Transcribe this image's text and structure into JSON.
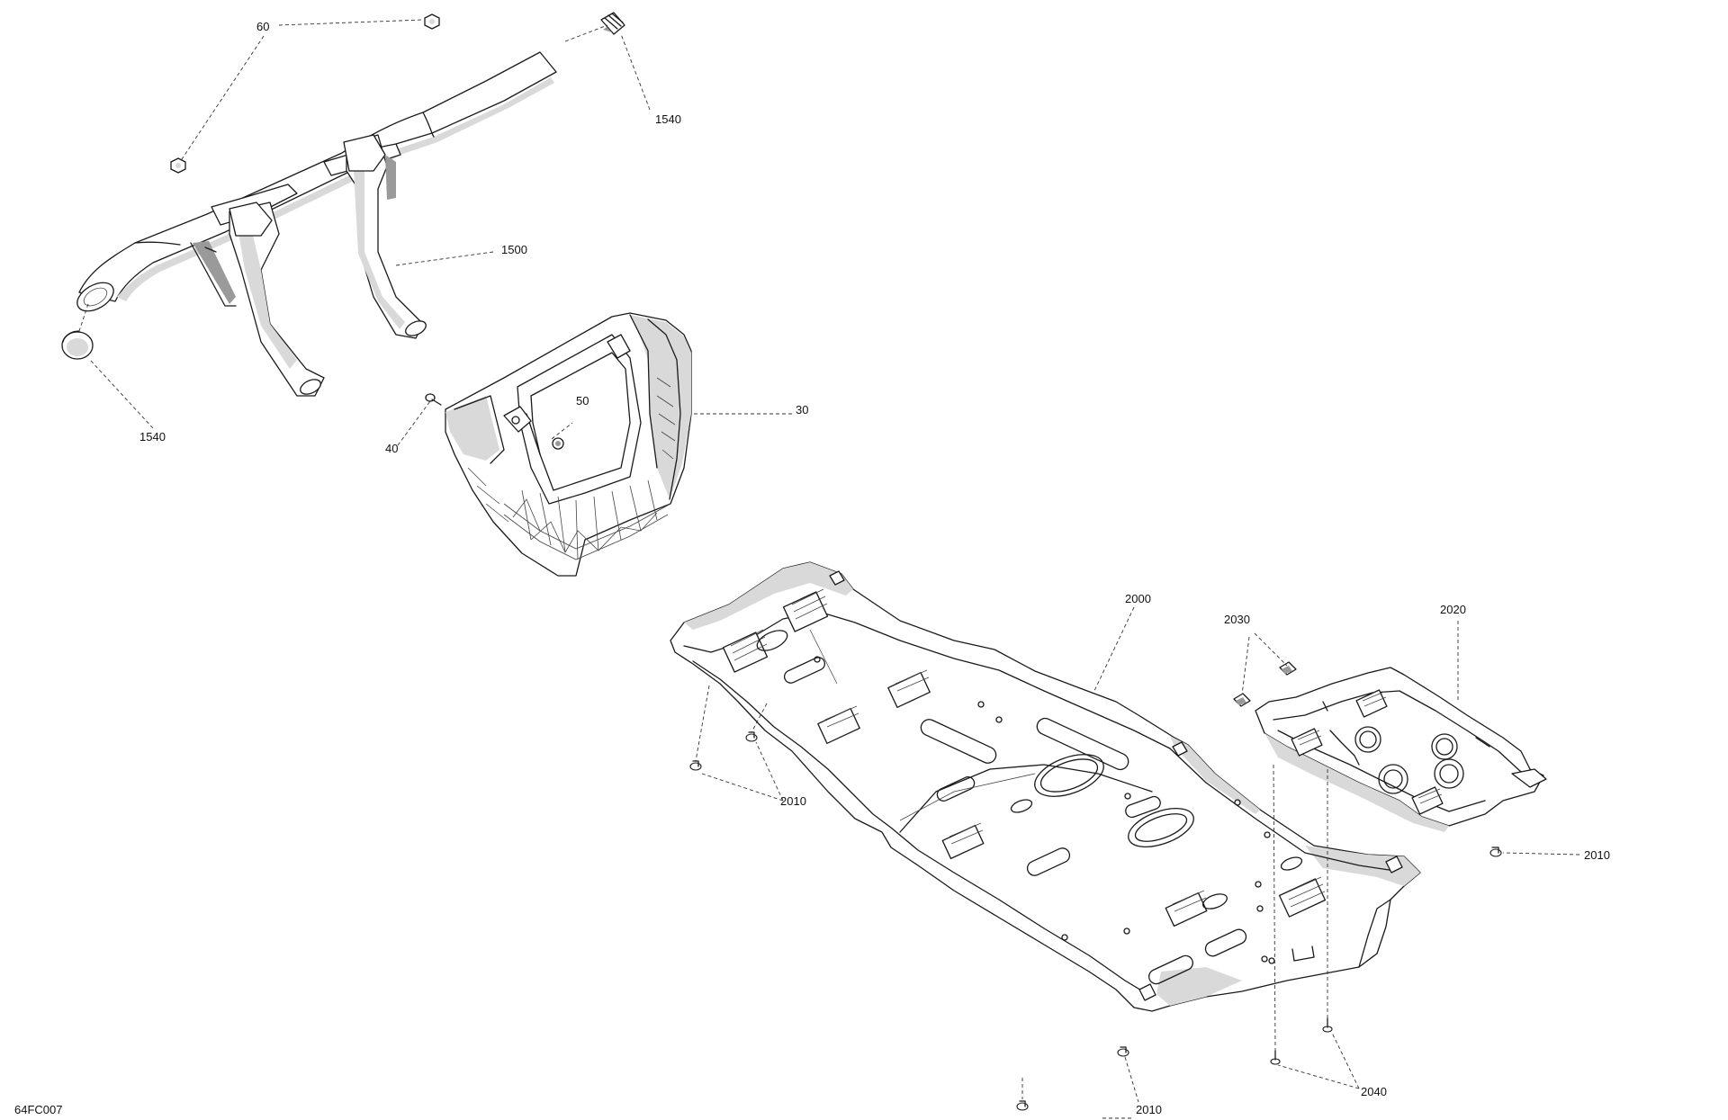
{
  "figure_code": "64FC007",
  "callouts": {
    "c60": "60",
    "c1540_top": "1540",
    "c1500": "1500",
    "c1540_left": "1540",
    "c50": "50",
    "c40": "40",
    "c30": "30",
    "c2000": "2000",
    "c2030": "2030",
    "c2020": "2020",
    "c2010_left": "2010",
    "c2010_right": "2010",
    "c2040": "2040",
    "c2010_bottom": "2010"
  }
}
